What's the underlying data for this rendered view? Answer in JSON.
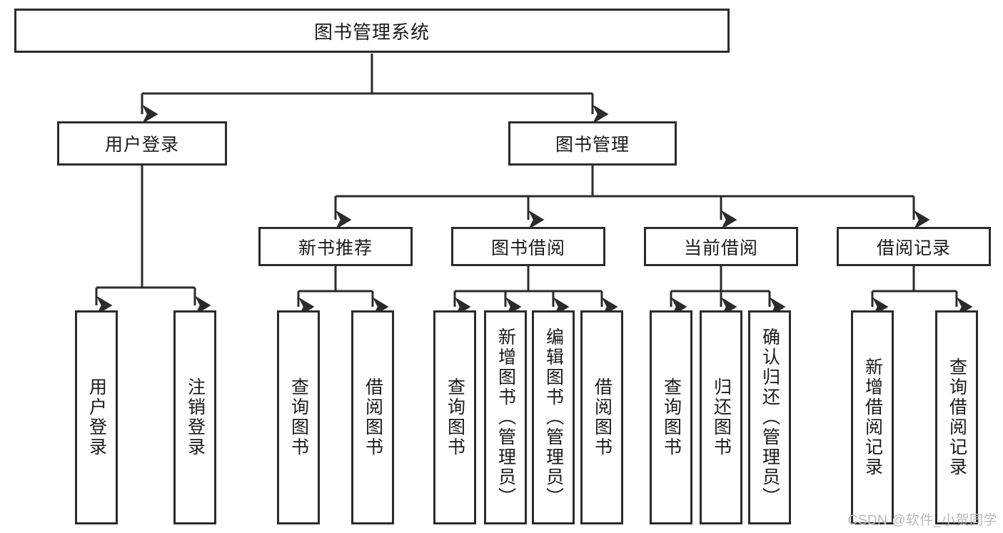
{
  "diagram": {
    "title": "图书管理系统",
    "type": "tree-hierarchy",
    "colors": {
      "stroke": "#2b2b2b",
      "fill": "#ffffff",
      "text": "#1a1a1a",
      "watermark": "#b9b9b9"
    },
    "levels": {
      "level1": [
        {
          "id": "root",
          "label": "图书管理系统"
        }
      ],
      "level2": [
        {
          "id": "user-login",
          "label": "用户登录"
        },
        {
          "id": "book-management",
          "label": "图书管理"
        }
      ],
      "level3": [
        {
          "id": "new-book-recommend",
          "label": "新书推荐"
        },
        {
          "id": "book-borrow",
          "label": "图书借阅"
        },
        {
          "id": "current-borrow",
          "label": "当前借阅"
        },
        {
          "id": "borrow-record",
          "label": "借阅记录"
        }
      ],
      "level4": [
        {
          "id": "leaf-user-login",
          "label": "用户登录"
        },
        {
          "id": "leaf-logout",
          "label": "注销登录"
        },
        {
          "id": "leaf-query-book-1",
          "label": "查询图书"
        },
        {
          "id": "leaf-borrow-book-1",
          "label": "借阅图书"
        },
        {
          "id": "leaf-query-book-2",
          "label": "查询图书"
        },
        {
          "id": "leaf-add-book",
          "label": "新增图书（管理员）"
        },
        {
          "id": "leaf-edit-book",
          "label": "编辑图书（管理员）"
        },
        {
          "id": "leaf-borrow-book-2",
          "label": "借阅图书"
        },
        {
          "id": "leaf-query-book-3",
          "label": "查询图书"
        },
        {
          "id": "leaf-return-book",
          "label": "归还图书"
        },
        {
          "id": "leaf-confirm-return",
          "label": "确认归还（管理员）"
        },
        {
          "id": "leaf-add-record",
          "label": "新增借阅记录"
        },
        {
          "id": "leaf-query-record",
          "label": "查询借阅记录"
        }
      ]
    },
    "watermark": "CSDN @软件_小贺同学"
  }
}
